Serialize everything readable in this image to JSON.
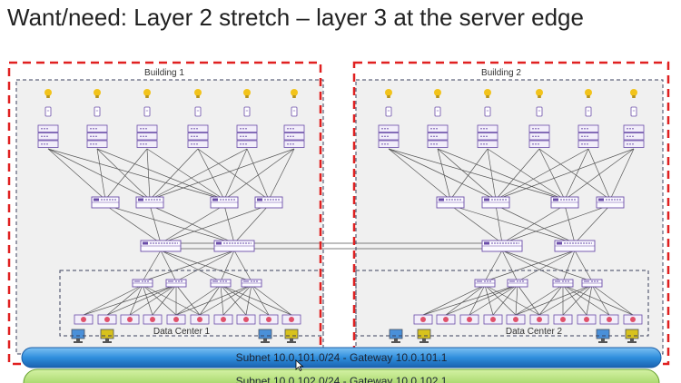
{
  "title": "Want/need: Layer 2 stretch – layer 3 at the server edge",
  "buildings": [
    {
      "label": "Building 1"
    },
    {
      "label": "Building 2"
    }
  ],
  "datacenters": [
    {
      "label": "Data Center 1"
    },
    {
      "label": "Data Center 2"
    }
  ],
  "subnets": [
    {
      "label": "Subnet 10.0.101.0/24  -    Gateway 10.0.101.1",
      "color": "#2f8fdd"
    },
    {
      "label": "Subnet 10.0.102.0/24  -    Gateway 10.0.102.1",
      "color": "#9bd35a"
    }
  ],
  "colors": {
    "dashed_red": "#e02020",
    "dashed_dark": "#3a3f5c",
    "device_border": "#6a4ca8",
    "device_fill": "#f2eefa",
    "link": "#555555",
    "bulb": "#f2c31a",
    "monitor_blue": "#4a90d9",
    "monitor_yellow": "#d8c21c"
  },
  "icons": [
    "lightbulb-icon",
    "phone-icon",
    "server-stack-icon",
    "switch-icon",
    "firewall-icon",
    "monitor-icon"
  ]
}
